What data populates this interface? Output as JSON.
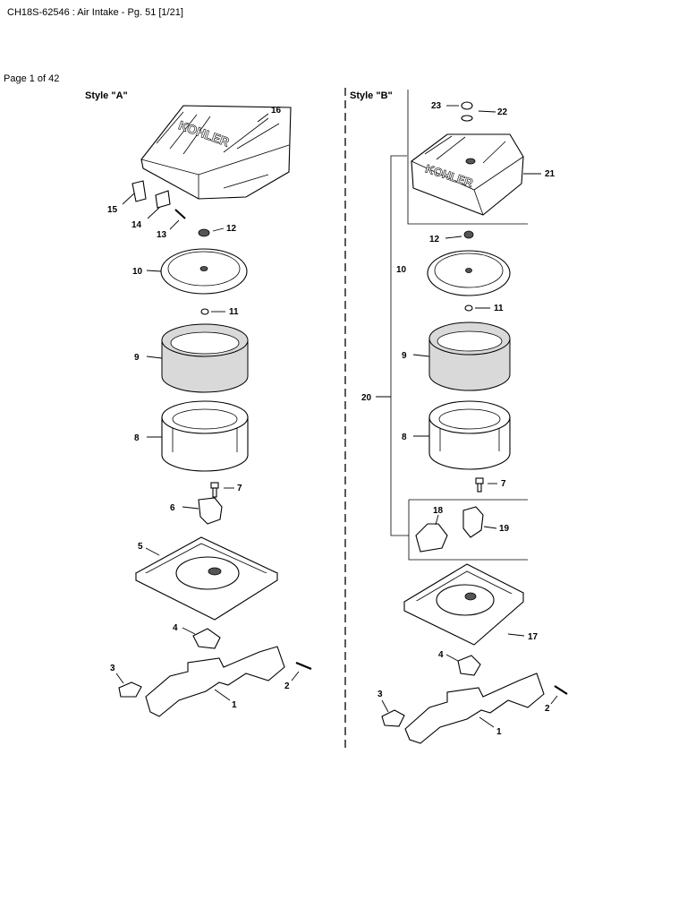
{
  "header": {
    "title": "CH18S-62546 : Air Intake - Pg. 51 [1/21]"
  },
  "page_indicator": "Page 1 of 42",
  "diagram": {
    "style_a_label": "Style \"A\"",
    "style_b_label": "Style \"B\"",
    "logo_text": "KOHLER",
    "callouts": {
      "a1": "1",
      "a2": "2",
      "a3": "3",
      "a4": "4",
      "a5": "5",
      "a6": "6",
      "a7": "7",
      "a8": "8",
      "a9": "9",
      "a10": "10",
      "a11": "11",
      "a12": "12",
      "a13": "13",
      "a14": "14",
      "a15": "15",
      "a16": "16",
      "b1": "1",
      "b2": "2",
      "b3": "3",
      "b4": "4",
      "b7": "7",
      "b8": "8",
      "b9": "9",
      "b10": "10",
      "b11": "11",
      "b12": "12",
      "b17": "17",
      "b18": "18",
      "b19": "19",
      "b20": "20",
      "b21": "21",
      "b22": "22",
      "b23": "23"
    }
  }
}
